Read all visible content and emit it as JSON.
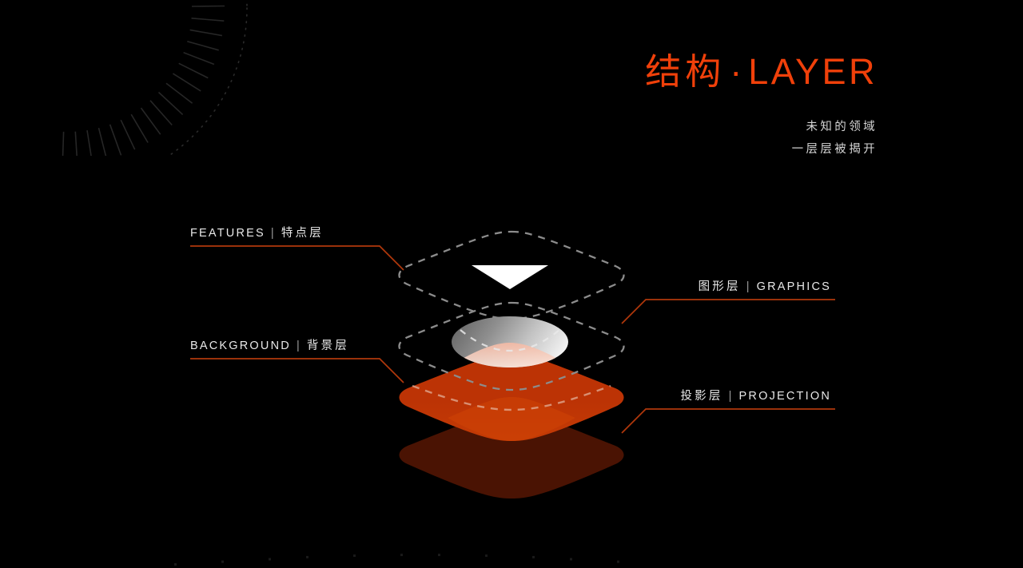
{
  "slide": {
    "background_color": "#000000",
    "accent_color": "#f0400a",
    "rule_color": "#b0380b",
    "text_color": "#e8e8e8"
  },
  "heading": {
    "title_cjk": "结构",
    "title_dot": "·",
    "title_latin": "LAYER",
    "title_full": "结构 · LAYER",
    "subtitle_lines": [
      "未知的领域",
      "一层层被揭开"
    ]
  },
  "callouts": [
    {
      "id": "features",
      "side": "left",
      "latin": "FEATURES",
      "separator": "|",
      "cjk": "特点层",
      "label": "FEATURES | 特点层"
    },
    {
      "id": "graphics",
      "side": "right",
      "cjk": "图形层",
      "separator": "|",
      "latin": "GRAPHICS",
      "label": "图形层 | GRAPHICS"
    },
    {
      "id": "background",
      "side": "left",
      "latin": "BACKGROUND",
      "separator": "|",
      "cjk": "背景层",
      "label": "BACKGROUND | 背景层"
    },
    {
      "id": "projection",
      "side": "right",
      "cjk": "投影层",
      "separator": "|",
      "latin": "PROJECTION",
      "label": "投影层 | PROJECTION"
    }
  ],
  "stack": {
    "layers": [
      {
        "id": "features",
        "name": "features-layer",
        "style": "dashed-outline",
        "fill": "none",
        "stroke": "#8c8c8c",
        "contains": "white-triangle"
      },
      {
        "id": "graphics",
        "name": "graphics-layer",
        "style": "dashed-outline",
        "fill": "none",
        "stroke": "#8c8c8c",
        "contains": "gray-ellipse"
      },
      {
        "id": "background",
        "name": "background-layer",
        "style": "solid",
        "fill": "#bc3305",
        "fill_highlight": "#c84005"
      },
      {
        "id": "projection",
        "name": "projection-layer",
        "style": "solid",
        "fill": "#4a1303"
      }
    ],
    "shapes": [
      {
        "id": "triangle",
        "name": "white-triangle",
        "fill": "#ffffff",
        "direction": "down"
      },
      {
        "id": "ellipse",
        "name": "gray-ellipse",
        "fill_from": "#6d6d6d",
        "fill_to": "#f2f2f2"
      }
    ]
  },
  "decor": {
    "dial": {
      "name": "radial-tick-dial",
      "tick_color": "#262626",
      "arc_color": "#2b2b2b",
      "tick_count": 34
    },
    "dots": {
      "name": "faint-dot-row",
      "color": "#1a1a1a",
      "count": 11
    }
  }
}
